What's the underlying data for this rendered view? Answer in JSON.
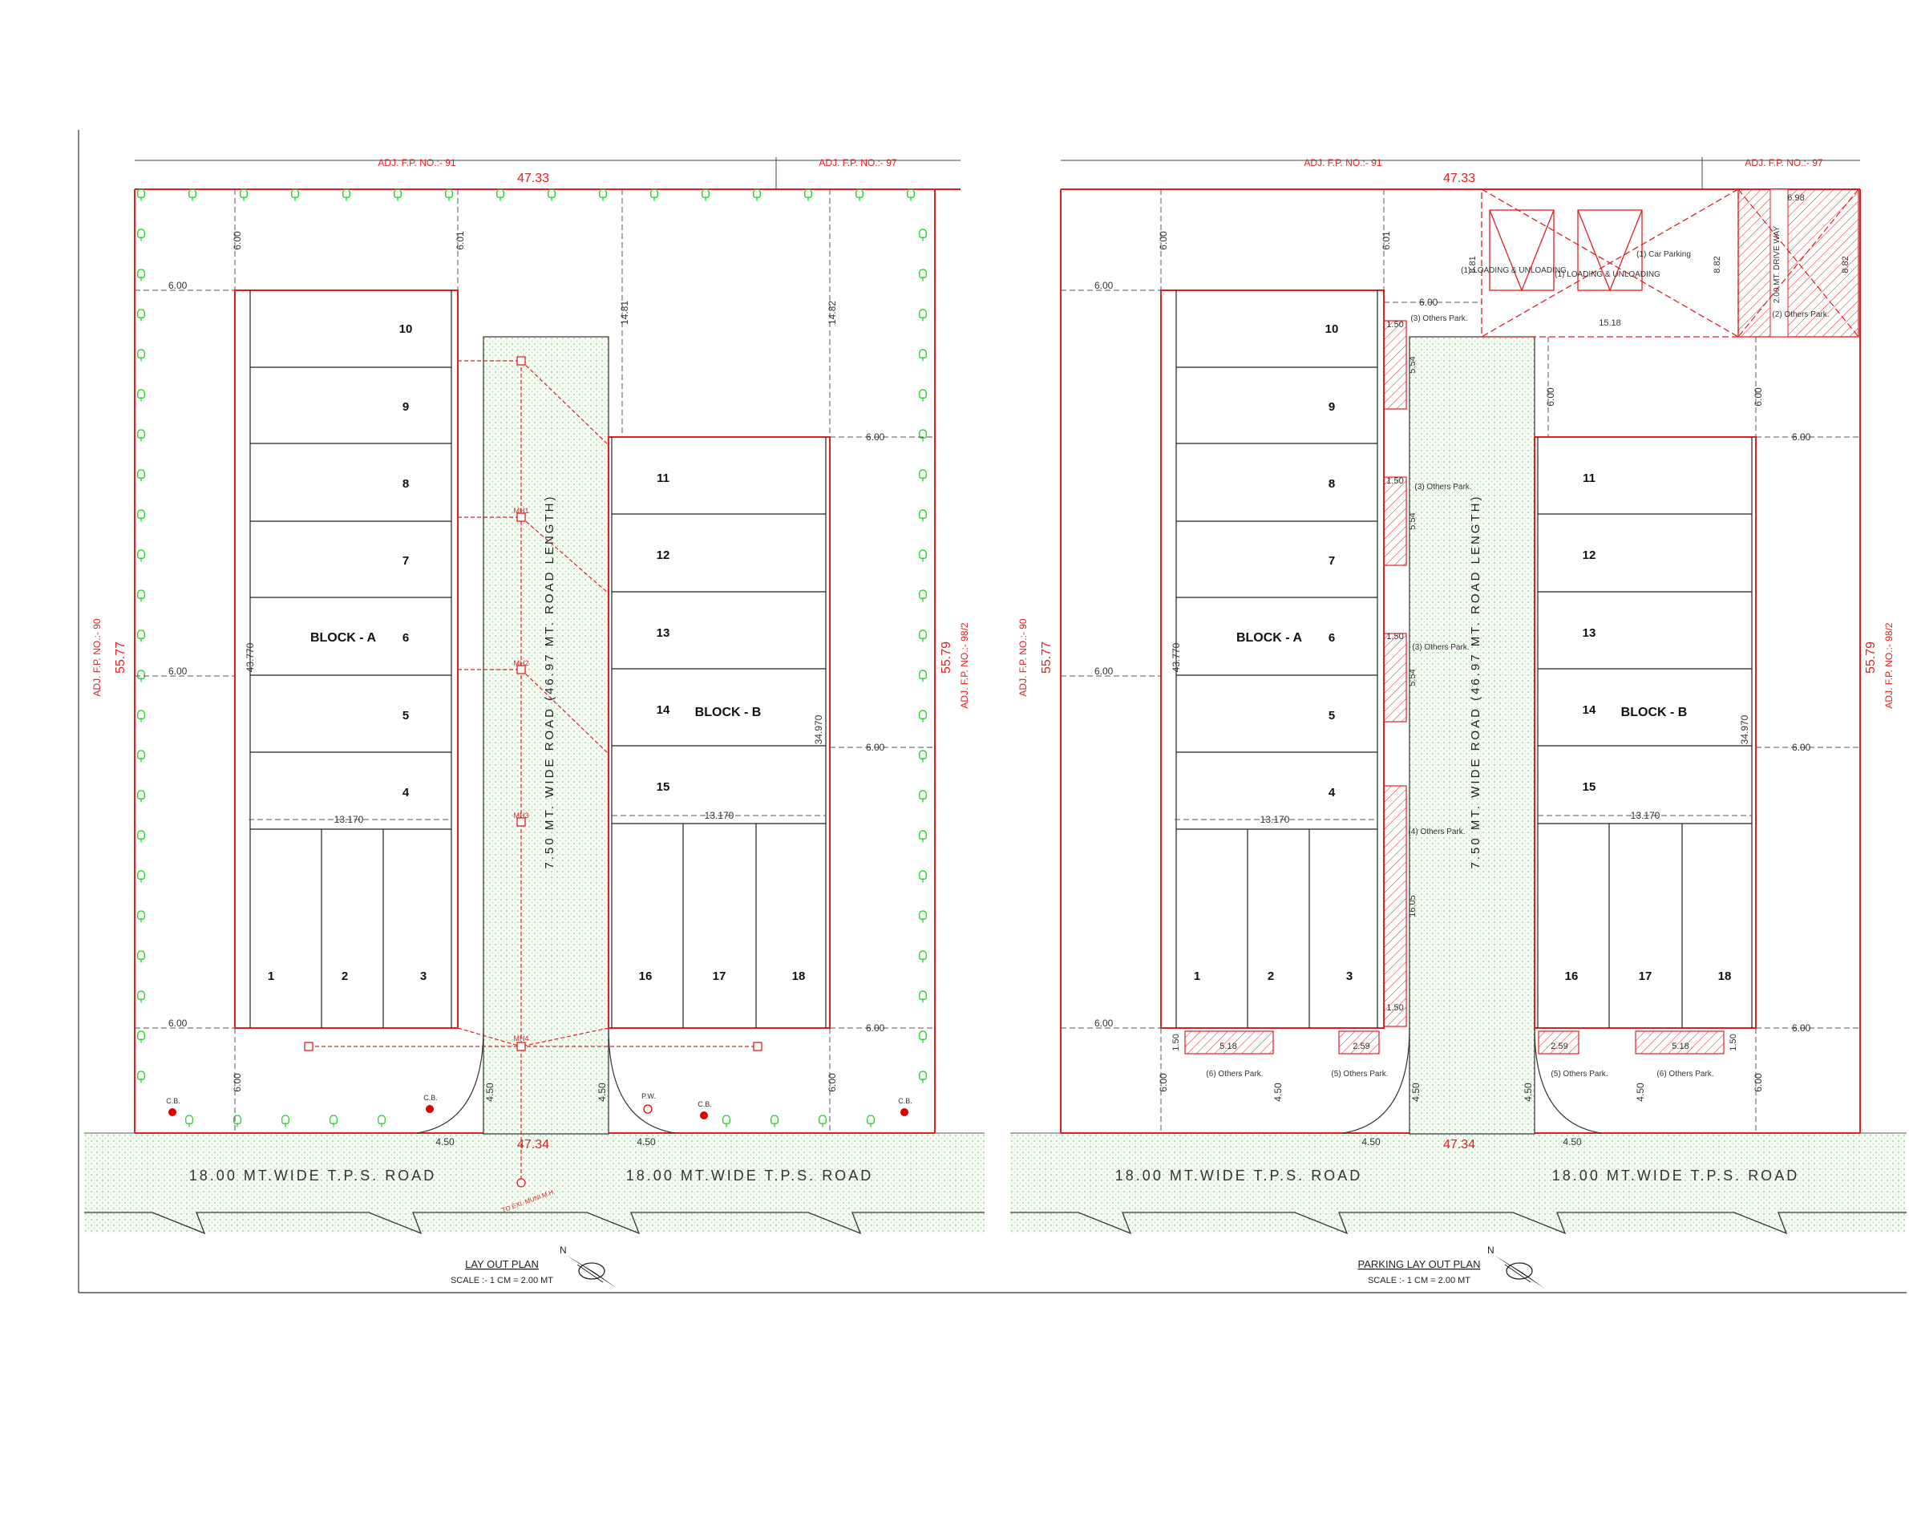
{
  "colors": {
    "boundary": "#e02020",
    "building": "#222222",
    "dimension": "#333333",
    "tree": "#22c922",
    "road_fill": "#f4faf1",
    "parking": "#e02020",
    "catch_basin": "#e00000"
  },
  "icons": {
    "tree": "tree-icon",
    "north": "north-arrow-icon",
    "catch_basin": "catch-basin-icon"
  },
  "plans": [
    {
      "adj_north_left": "ADJ. F.P. NO.:- 91",
      "adj_north_right": "ADJ. F.P. NO.:- 97",
      "adj_west": "ADJ. F.P. NO.:- 90",
      "adj_east": "ADJ. F.P. NO.:- 98/2",
      "dim_top": "47.33",
      "dim_bottom": "47.34",
      "dim_left": "55.77",
      "dim_right": "55.79",
      "block_a_label": "BLOCK - A",
      "block_b_label": "BLOCK - B",
      "block_a_units": [
        "10",
        "9",
        "8",
        "7",
        "6",
        "5",
        "4"
      ],
      "block_a_shops": [
        "1",
        "2",
        "3"
      ],
      "block_b_units": [
        "11",
        "12",
        "13",
        "14",
        "15"
      ],
      "block_b_shops": [
        "16",
        "17",
        "18"
      ],
      "internal_road": "7.50 MT. WIDE ROAD (46.97 MT. ROAD LENGTH)",
      "tps_road_left": "18.00 MT.WIDE T.P.S. ROAD",
      "tps_road_right": "18.00 MT.WIDE T.P.S. ROAD",
      "margin": "6.00",
      "margin_top_2": "6.01",
      "width_a": "13.170",
      "width_b": "13.170",
      "depth_a": "43.770",
      "depth_b": "34.970",
      "gap_b_left": "14.81",
      "gap_b_right": "14.82",
      "curve_radius": "4.50",
      "title": "LAY OUT PLAN",
      "scale": "SCALE :- 1 CM = 2.00 MT",
      "manholes": [
        "MH1",
        "MH2",
        "MH3",
        "MH4"
      ],
      "cb_label": "C.B.",
      "pw_label": "P.W.",
      "sewer_label": "TO EXI. MUNI.M.H."
    },
    {
      "adj_north_left": "ADJ. F.P. NO.:- 91",
      "adj_north_right": "ADJ. F.P. NO.:- 97",
      "adj_west": "ADJ. F.P. NO.:- 90",
      "adj_east": "ADJ. F.P. NO.:- 98/2",
      "dim_top": "47.33",
      "dim_bottom": "47.34",
      "dim_left": "55.77",
      "dim_right": "55.79",
      "block_a_label": "BLOCK - A",
      "block_b_label": "BLOCK - B",
      "block_a_units": [
        "10",
        "9",
        "8",
        "7",
        "6",
        "5",
        "4"
      ],
      "block_a_shops": [
        "1",
        "2",
        "3"
      ],
      "block_b_units": [
        "11",
        "12",
        "13",
        "14",
        "15"
      ],
      "block_b_shops": [
        "16",
        "17",
        "18"
      ],
      "internal_road": "7.50 MT. WIDE ROAD (46.97 MT. ROAD LENGTH)",
      "tps_road_left": "18.00 MT.WIDE T.P.S. ROAD",
      "tps_road_right": "18.00 MT.WIDE T.P.S. ROAD",
      "margin": "6.00",
      "margin_top_2": "6.01",
      "width_a": "13.170",
      "width_b": "13.170",
      "depth_a": "43.770",
      "depth_b": "34.970",
      "curve_radius": "4.50",
      "title": "PARKING LAY OUT PLAN",
      "scale": "SCALE :- 1 CM = 2.00 MT",
      "parking": {
        "loading_1": "(1) LOADING & UNLOADING",
        "loading_2": "(1) LOADING & UNLOADING",
        "car_parking": "(1) Car Parking",
        "dim_881": "8.81",
        "dim_882": "8.82",
        "dim_1518": "15.18",
        "dim_698": "6.98",
        "drive_way": "2.00 MT. DRIVE WAY",
        "others_2": "(2) Others Park.",
        "others_3": "(3) Others Park.",
        "others_4": "(4) Others Park.",
        "others_5": "(5) Others Park.",
        "others_6": "(6) Others Park.",
        "dim_150": "1.50",
        "dim_554": "5.54",
        "dim_1605": "16.05",
        "dim_518": "5.18",
        "dim_259": "2.59"
      }
    }
  ]
}
